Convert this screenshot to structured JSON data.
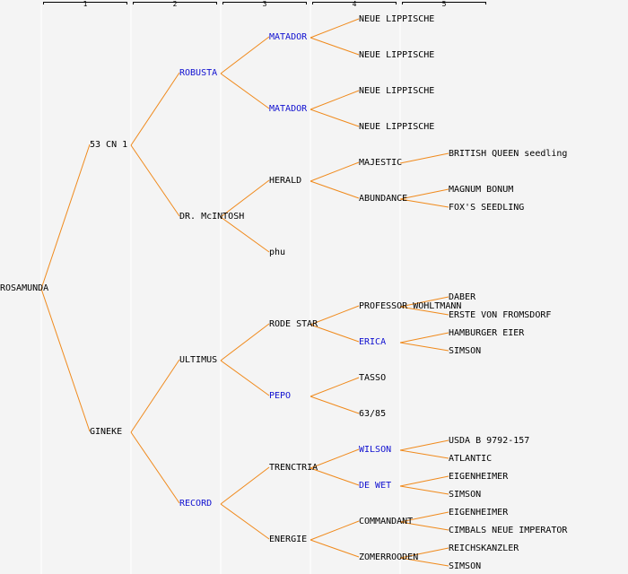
{
  "colors": {
    "background": "#f4f4f4",
    "edge": "#f08a1c",
    "text": "#000000",
    "highlight_text": "#1010d0",
    "column_separator": "#ffffff",
    "ruler": "#000000"
  },
  "generations": [
    "1",
    "2",
    "3",
    "4",
    "5"
  ],
  "nodes": [
    {
      "id": "n0",
      "label": "ROSAMUNDA",
      "gen": 0,
      "row": 15,
      "highlight": false
    },
    {
      "id": "n1",
      "label": "53 CN 1",
      "gen": 1,
      "row": 7,
      "highlight": false,
      "parent": "n0"
    },
    {
      "id": "n2",
      "label": "GINEKE",
      "gen": 1,
      "row": 23,
      "highlight": false,
      "parent": "n0"
    },
    {
      "id": "n3",
      "label": "ROBUSTA",
      "gen": 2,
      "row": 3,
      "highlight": true,
      "parent": "n1"
    },
    {
      "id": "n4",
      "label": "DR. McINTOSH",
      "gen": 2,
      "row": 11,
      "highlight": false,
      "parent": "n1"
    },
    {
      "id": "n5",
      "label": "ULTIMUS",
      "gen": 2,
      "row": 19,
      "highlight": false,
      "parent": "n2"
    },
    {
      "id": "n6",
      "label": "RECORD",
      "gen": 2,
      "row": 27,
      "highlight": true,
      "parent": "n2"
    },
    {
      "id": "n7",
      "label": "MATADOR",
      "gen": 3,
      "row": 1,
      "highlight": true,
      "parent": "n3"
    },
    {
      "id": "n8",
      "label": "MATADOR",
      "gen": 3,
      "row": 5,
      "highlight": true,
      "parent": "n3"
    },
    {
      "id": "n9",
      "label": "HERALD",
      "gen": 3,
      "row": 9,
      "highlight": false,
      "parent": "n4"
    },
    {
      "id": "n10",
      "label": "phu",
      "gen": 3,
      "row": 13,
      "highlight": false,
      "parent": "n4"
    },
    {
      "id": "n11",
      "label": "RODE STAR",
      "gen": 3,
      "row": 17,
      "highlight": false,
      "parent": "n5"
    },
    {
      "id": "n12",
      "label": "PEPO",
      "gen": 3,
      "row": 21,
      "highlight": true,
      "parent": "n5"
    },
    {
      "id": "n13",
      "label": "TRENCTRIA",
      "gen": 3,
      "row": 25,
      "highlight": false,
      "parent": "n6"
    },
    {
      "id": "n14",
      "label": "ENERGIE",
      "gen": 3,
      "row": 29,
      "highlight": false,
      "parent": "n6"
    },
    {
      "id": "n15",
      "label": "NEUE LIPPISCHE",
      "gen": 4,
      "row": 0,
      "highlight": false,
      "parent": "n7"
    },
    {
      "id": "n16",
      "label": "NEUE LIPPISCHE",
      "gen": 4,
      "row": 2,
      "highlight": false,
      "parent": "n7"
    },
    {
      "id": "n17",
      "label": "NEUE LIPPISCHE",
      "gen": 4,
      "row": 4,
      "highlight": false,
      "parent": "n8"
    },
    {
      "id": "n18",
      "label": "NEUE LIPPISCHE",
      "gen": 4,
      "row": 6,
      "highlight": false,
      "parent": "n8"
    },
    {
      "id": "n19",
      "label": "MAJESTIC",
      "gen": 4,
      "row": 8,
      "highlight": false,
      "parent": "n9"
    },
    {
      "id": "n20",
      "label": "ABUNDANCE",
      "gen": 4,
      "row": 10,
      "highlight": false,
      "parent": "n9"
    },
    {
      "id": "n21",
      "label": "PROFESSOR WOHLTMANN",
      "gen": 4,
      "row": 16,
      "highlight": false,
      "parent": "n11"
    },
    {
      "id": "n22",
      "label": "ERICA",
      "gen": 4,
      "row": 18,
      "highlight": true,
      "parent": "n11"
    },
    {
      "id": "n23",
      "label": "TASSO",
      "gen": 4,
      "row": 20,
      "highlight": false,
      "parent": "n12"
    },
    {
      "id": "n24",
      "label": "63/85",
      "gen": 4,
      "row": 22,
      "highlight": false,
      "parent": "n12"
    },
    {
      "id": "n25",
      "label": "WILSON",
      "gen": 4,
      "row": 24,
      "highlight": true,
      "parent": "n13"
    },
    {
      "id": "n26",
      "label": "DE WET",
      "gen": 4,
      "row": 26,
      "highlight": true,
      "parent": "n13"
    },
    {
      "id": "n27",
      "label": "COMMANDANT",
      "gen": 4,
      "row": 28,
      "highlight": false,
      "parent": "n14"
    },
    {
      "id": "n28",
      "label": "ZOMERROODEN",
      "gen": 4,
      "row": 30,
      "highlight": false,
      "parent": "n14"
    },
    {
      "id": "n29",
      "label": "BRITISH QUEEN seedling",
      "gen": 5,
      "row": 7.5,
      "highlight": false,
      "parent": "n19"
    },
    {
      "id": "n30",
      "label": "MAGNUM BONUM",
      "gen": 5,
      "row": 9.5,
      "highlight": false,
      "parent": "n20"
    },
    {
      "id": "n31",
      "label": "FOX'S SEEDLING",
      "gen": 5,
      "row": 10.5,
      "highlight": false,
      "parent": "n20"
    },
    {
      "id": "n32",
      "label": "DABER",
      "gen": 5,
      "row": 15.5,
      "highlight": false,
      "parent": "n21"
    },
    {
      "id": "n33",
      "label": "ERSTE VON FROMSDORF",
      "gen": 5,
      "row": 16.5,
      "highlight": false,
      "parent": "n21"
    },
    {
      "id": "n34",
      "label": "HAMBURGER EIER",
      "gen": 5,
      "row": 17.5,
      "highlight": false,
      "parent": "n22"
    },
    {
      "id": "n35",
      "label": "SIMSON",
      "gen": 5,
      "row": 18.5,
      "highlight": false,
      "parent": "n22"
    },
    {
      "id": "n36",
      "label": "USDA B 9792-157",
      "gen": 5,
      "row": 23.5,
      "highlight": false,
      "parent": "n25"
    },
    {
      "id": "n37",
      "label": "ATLANTIC",
      "gen": 5,
      "row": 24.5,
      "highlight": false,
      "parent": "n25"
    },
    {
      "id": "n38",
      "label": "EIGENHEIMER",
      "gen": 5,
      "row": 25.5,
      "highlight": false,
      "parent": "n26"
    },
    {
      "id": "n39",
      "label": "SIMSON",
      "gen": 5,
      "row": 26.5,
      "highlight": false,
      "parent": "n26"
    },
    {
      "id": "n40",
      "label": "EIGENHEIMER",
      "gen": 5,
      "row": 27.5,
      "highlight": false,
      "parent": "n27"
    },
    {
      "id": "n41",
      "label": "CIMBALS NEUE IMPERATOR",
      "gen": 5,
      "row": 28.5,
      "highlight": false,
      "parent": "n27"
    },
    {
      "id": "n42",
      "label": "REICHSKANZLER",
      "gen": 5,
      "row": 29.5,
      "highlight": false,
      "parent": "n28"
    },
    {
      "id": "n43",
      "label": "SIMSON",
      "gen": 5,
      "row": 30.5,
      "highlight": false,
      "parent": "n28"
    }
  ]
}
